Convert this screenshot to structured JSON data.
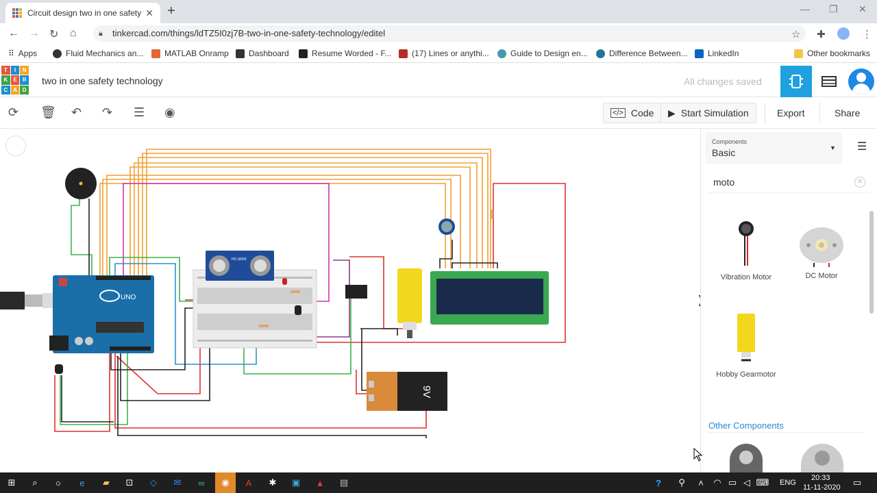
{
  "browser": {
    "tab_title": "Circuit design two in one safety t",
    "url": "tinkercad.com/things/ldTZ5I0zj7B-two-in-one-safety-technology/editel",
    "bookmarks": [
      "Apps",
      "Fluid Mechanics an...",
      "MATLAB Onramp",
      "Dashboard",
      "Resume Worded - F...",
      "(17) Lines or anythi...",
      "Guide to Design en...",
      "Difference Between...",
      "LinkedIn"
    ],
    "other_bookmarks": "Other bookmarks"
  },
  "header": {
    "logo_letters": [
      "TIN",
      "KER",
      "CAD"
    ],
    "project_title": "two in one safety technology",
    "save_status": "All changes saved"
  },
  "toolbar": {
    "code_label": "Code",
    "start_sim_label": "Start Simulation",
    "export_label": "Export",
    "share_label": "Share"
  },
  "panel": {
    "category_caption": "Components",
    "category_value": "Basic",
    "search_value": "moto",
    "components": [
      {
        "name": "Vibration Motor"
      },
      {
        "name": "DC Motor"
      },
      {
        "name": "Hobby Gearmotor"
      }
    ],
    "other_components": "Other Components"
  },
  "canvas": {
    "arduino_label": "UNO",
    "battery_label": "9V",
    "sensor_label": "HC-SR04"
  },
  "taskbar": {
    "language": "ENG",
    "time": "20:33",
    "date": "11-11-2020"
  },
  "colors": {
    "tinkercad_blue": "#1fa1e0",
    "wire_orange": "#f0a030",
    "wire_red": "#e0302a",
    "wire_green": "#3cb44b",
    "wire_magenta": "#d030b0",
    "wire_blue": "#2a8fd0",
    "wire_black": "#222222",
    "arduino_blue": "#1b6fa8",
    "lcd_green": "#39a850"
  }
}
